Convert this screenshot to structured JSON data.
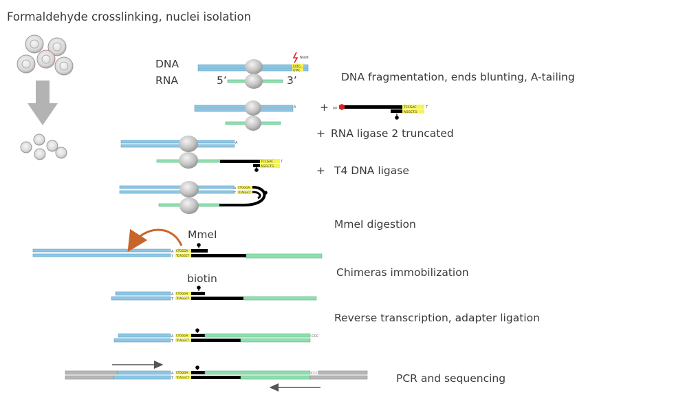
{
  "header": {
    "title": "Formaldehyde crosslinking, nuclei isolation"
  },
  "labels": {
    "dna": "DNA",
    "rna": "RNA",
    "five_prime": "5’",
    "three_prime": "3’",
    "nlaiii": "NlaIII",
    "mmei": "MmeI",
    "biotin": "biotin",
    "plus": "+"
  },
  "seq": {
    "a": "A",
    "t": "T",
    "catg": "CATG",
    "gtac": "GTAC",
    "tccgac": "TCCGAC",
    "aggctg": "AGGCTG",
    "ctggga": "CTGGGA",
    "tcaggct": "TCAGGCT",
    "ccc": "CCC",
    "pp": "pp"
  },
  "steps": [
    {
      "label": "DNA fragmentation, ends blunting, A-tailing"
    },
    {
      "label": "RNA ligase 2 truncated"
    },
    {
      "label": "T4 DNA ligase"
    },
    {
      "label": "MmeI digestion"
    },
    {
      "label": "Chimeras immobilization"
    },
    {
      "label": "Reverse transcription, adapter ligation"
    },
    {
      "label": "PCR and sequencing"
    }
  ],
  "colors": {
    "dna": "#8ec7e6",
    "rna": "#8fe0b0",
    "adapter": "#f5f25a",
    "linker": "#000000",
    "primer": "#b8b8b8",
    "arrow": "#c8652a",
    "nucleus": "#bdbdbd",
    "cut": "#e02020"
  }
}
